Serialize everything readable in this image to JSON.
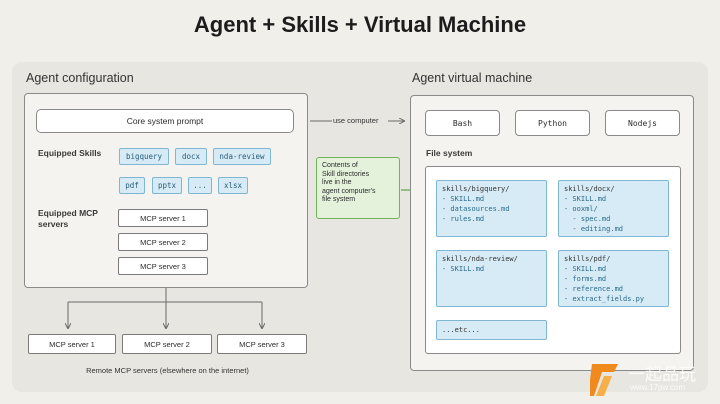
{
  "title": "Agent + Skills + Virtual Machine",
  "agent_config": {
    "heading": "Agent configuration",
    "core_prompt": "Core system prompt",
    "equipped_skills_label": "Equipped Skills",
    "skills": [
      "bigquery",
      "docx",
      "nda-review",
      "pdf",
      "pptx",
      "...",
      "xlsx"
    ],
    "equipped_mcp_label_line1": "Equipped MCP",
    "equipped_mcp_label_line2": "servers",
    "mcp_servers": [
      "MCP server 1",
      "MCP server 2",
      "MCP server 3"
    ]
  },
  "use_computer": "use computer",
  "note_lines": [
    "Contents of",
    "Skill directories",
    "live in the",
    "agent computer's",
    "file system"
  ],
  "vm": {
    "heading": "Agent virtual machine",
    "tools": [
      "Bash",
      "Python",
      "Nodejs"
    ],
    "file_system_label": "File system",
    "cards": [
      {
        "head": "skills/bigquery/",
        "items": [
          "- SKILL.md",
          "- datasources.md",
          "- rules.md"
        ]
      },
      {
        "head": "skills/docx/",
        "items": [
          "- SKILL.md",
          "- ooxml/",
          "  - spec.md",
          "  - editing.md"
        ]
      },
      {
        "head": "skills/nda-review/",
        "items": [
          "- SKILL.md"
        ]
      },
      {
        "head": "skills/pdf/",
        "items": [
          "- SKILL.md",
          "- forms.md",
          "- reference.md",
          "- extract_fields.py"
        ]
      },
      {
        "head": "...etc...",
        "items": []
      }
    ]
  },
  "remote": {
    "servers": [
      "MCP server 1",
      "MCP server 2",
      "MCP server 3"
    ],
    "label": "Remote MCP servers (elsewhere on the internet)"
  },
  "watermark": {
    "text": "一起品玩",
    "sub": "www.17pw.com",
    "accent": "#f08a1c"
  }
}
